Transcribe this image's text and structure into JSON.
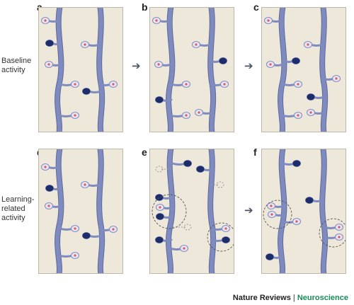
{
  "panels": [
    {
      "letter": "a"
    },
    {
      "letter": "b"
    },
    {
      "letter": "c"
    },
    {
      "letter": "d"
    },
    {
      "letter": "e"
    },
    {
      "letter": "f"
    }
  ],
  "rows": {
    "baseline_label": "Baseline\nactivity",
    "learning_label": "Learning-\nrelated\nactivity"
  },
  "arrow_glyph": "➔",
  "credit": {
    "journal": "Nature Reviews",
    "separator": "|",
    "field": "Neuroscience"
  },
  "colors": {
    "panel_bg": "#eee8da",
    "dendrite": "#7f8bbf",
    "spine_head": "#e8e4ef",
    "active_spine": "#1c2d6a",
    "synapse_dot": "#d55a6e",
    "credit_accent": "#1a8a5a"
  }
}
